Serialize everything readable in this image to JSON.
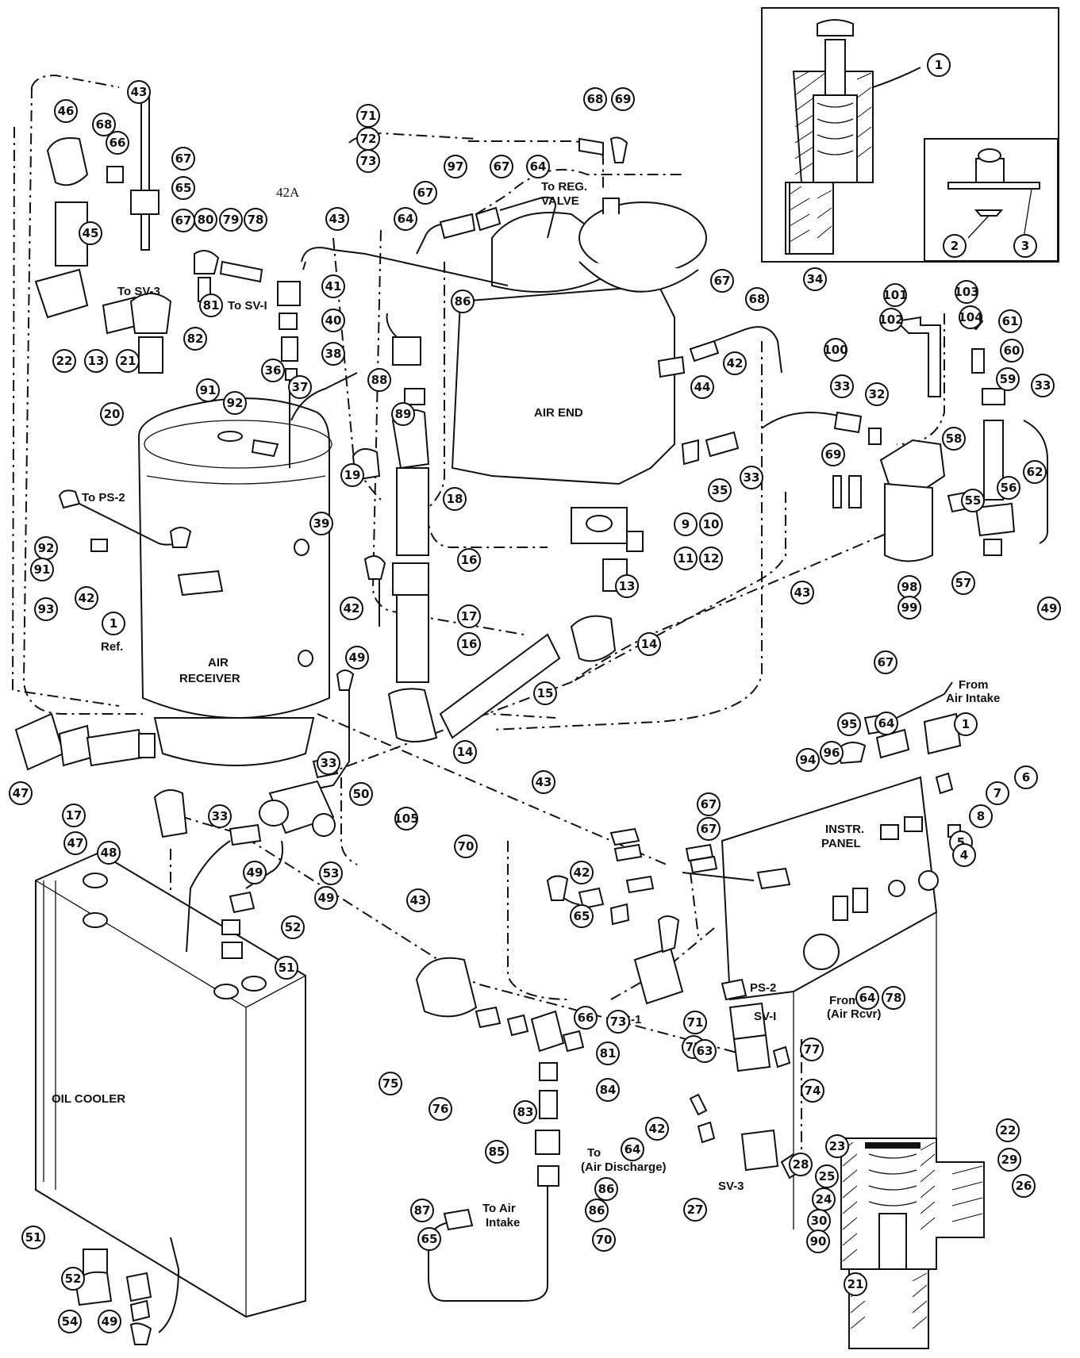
{
  "labels": {
    "air_receiver_1": "AIR",
    "air_receiver_2": "RECEIVER",
    "air_end": "AIR END",
    "oil_cooler": "OIL COOLER",
    "instr_panel_1": "INSTR.",
    "instr_panel_2": "PANEL",
    "to_sv3": "To SV-3",
    "to_sv1": "To SV-I",
    "to_ps2": "To PS-2",
    "ref": "Ref.",
    "to_reg_valve_1": "To REG.",
    "to_reg_valve_2": "VALVE",
    "from_air_intake_1": "From",
    "from_air_intake_2": "Air Intake",
    "from_air_rcvr_1": "From",
    "from_air_rcvr_2": "(Air Rcvr)",
    "to_air_discharge_1": "To",
    "to_air_discharge_2": "(Air Discharge)",
    "to_air_intake_1": "To Air",
    "to_air_intake_2": "Intake",
    "ps1": "PS-1",
    "ps2": "PS-2",
    "sv1": "SV-I",
    "sv3": "SV-3",
    "ref_42a": "42A"
  },
  "callouts": [
    "43",
    "46",
    "68",
    "66",
    "67",
    "65",
    "45",
    "67",
    "22",
    "13",
    "21",
    "20",
    "80",
    "79",
    "78",
    "82",
    "81",
    "71",
    "72",
    "73",
    "43",
    "41",
    "40",
    "38",
    "37",
    "36",
    "91",
    "92",
    "88",
    "89",
    "19",
    "18",
    "16",
    "17",
    "16",
    "15",
    "14",
    "14",
    "13",
    "11",
    "12",
    "9",
    "10",
    "68",
    "69",
    "67",
    "97",
    "67",
    "64",
    "64",
    "86",
    "67",
    "42",
    "44",
    "68",
    "33",
    "35",
    "34",
    "33",
    "32",
    "101",
    "102",
    "100",
    "103",
    "104",
    "61",
    "60",
    "59",
    "33",
    "58",
    "62",
    "55",
    "56",
    "57",
    "98",
    "99",
    "69",
    "43",
    "49",
    "1",
    "2",
    "3",
    "1",
    "92",
    "91",
    "93",
    "42",
    "39",
    "42",
    "49",
    "33",
    "50",
    "105",
    "43",
    "70",
    "47",
    "17",
    "47",
    "48",
    "33",
    "49",
    "53",
    "49",
    "52",
    "51",
    "43",
    "64",
    "95",
    "67",
    "96",
    "94",
    "1",
    "6",
    "7",
    "8",
    "5",
    "4",
    "67",
    "67",
    "42",
    "65",
    "66",
    "73",
    "71",
    "72",
    "63",
    "64",
    "78",
    "77",
    "74",
    "75",
    "76",
    "83",
    "81",
    "84",
    "85",
    "86",
    "87",
    "86",
    "70",
    "65",
    "42",
    "64",
    "27",
    "28",
    "22",
    "23",
    "29",
    "26",
    "25",
    "24",
    "30",
    "90",
    "21",
    "51",
    "52",
    "54",
    "49"
  ]
}
